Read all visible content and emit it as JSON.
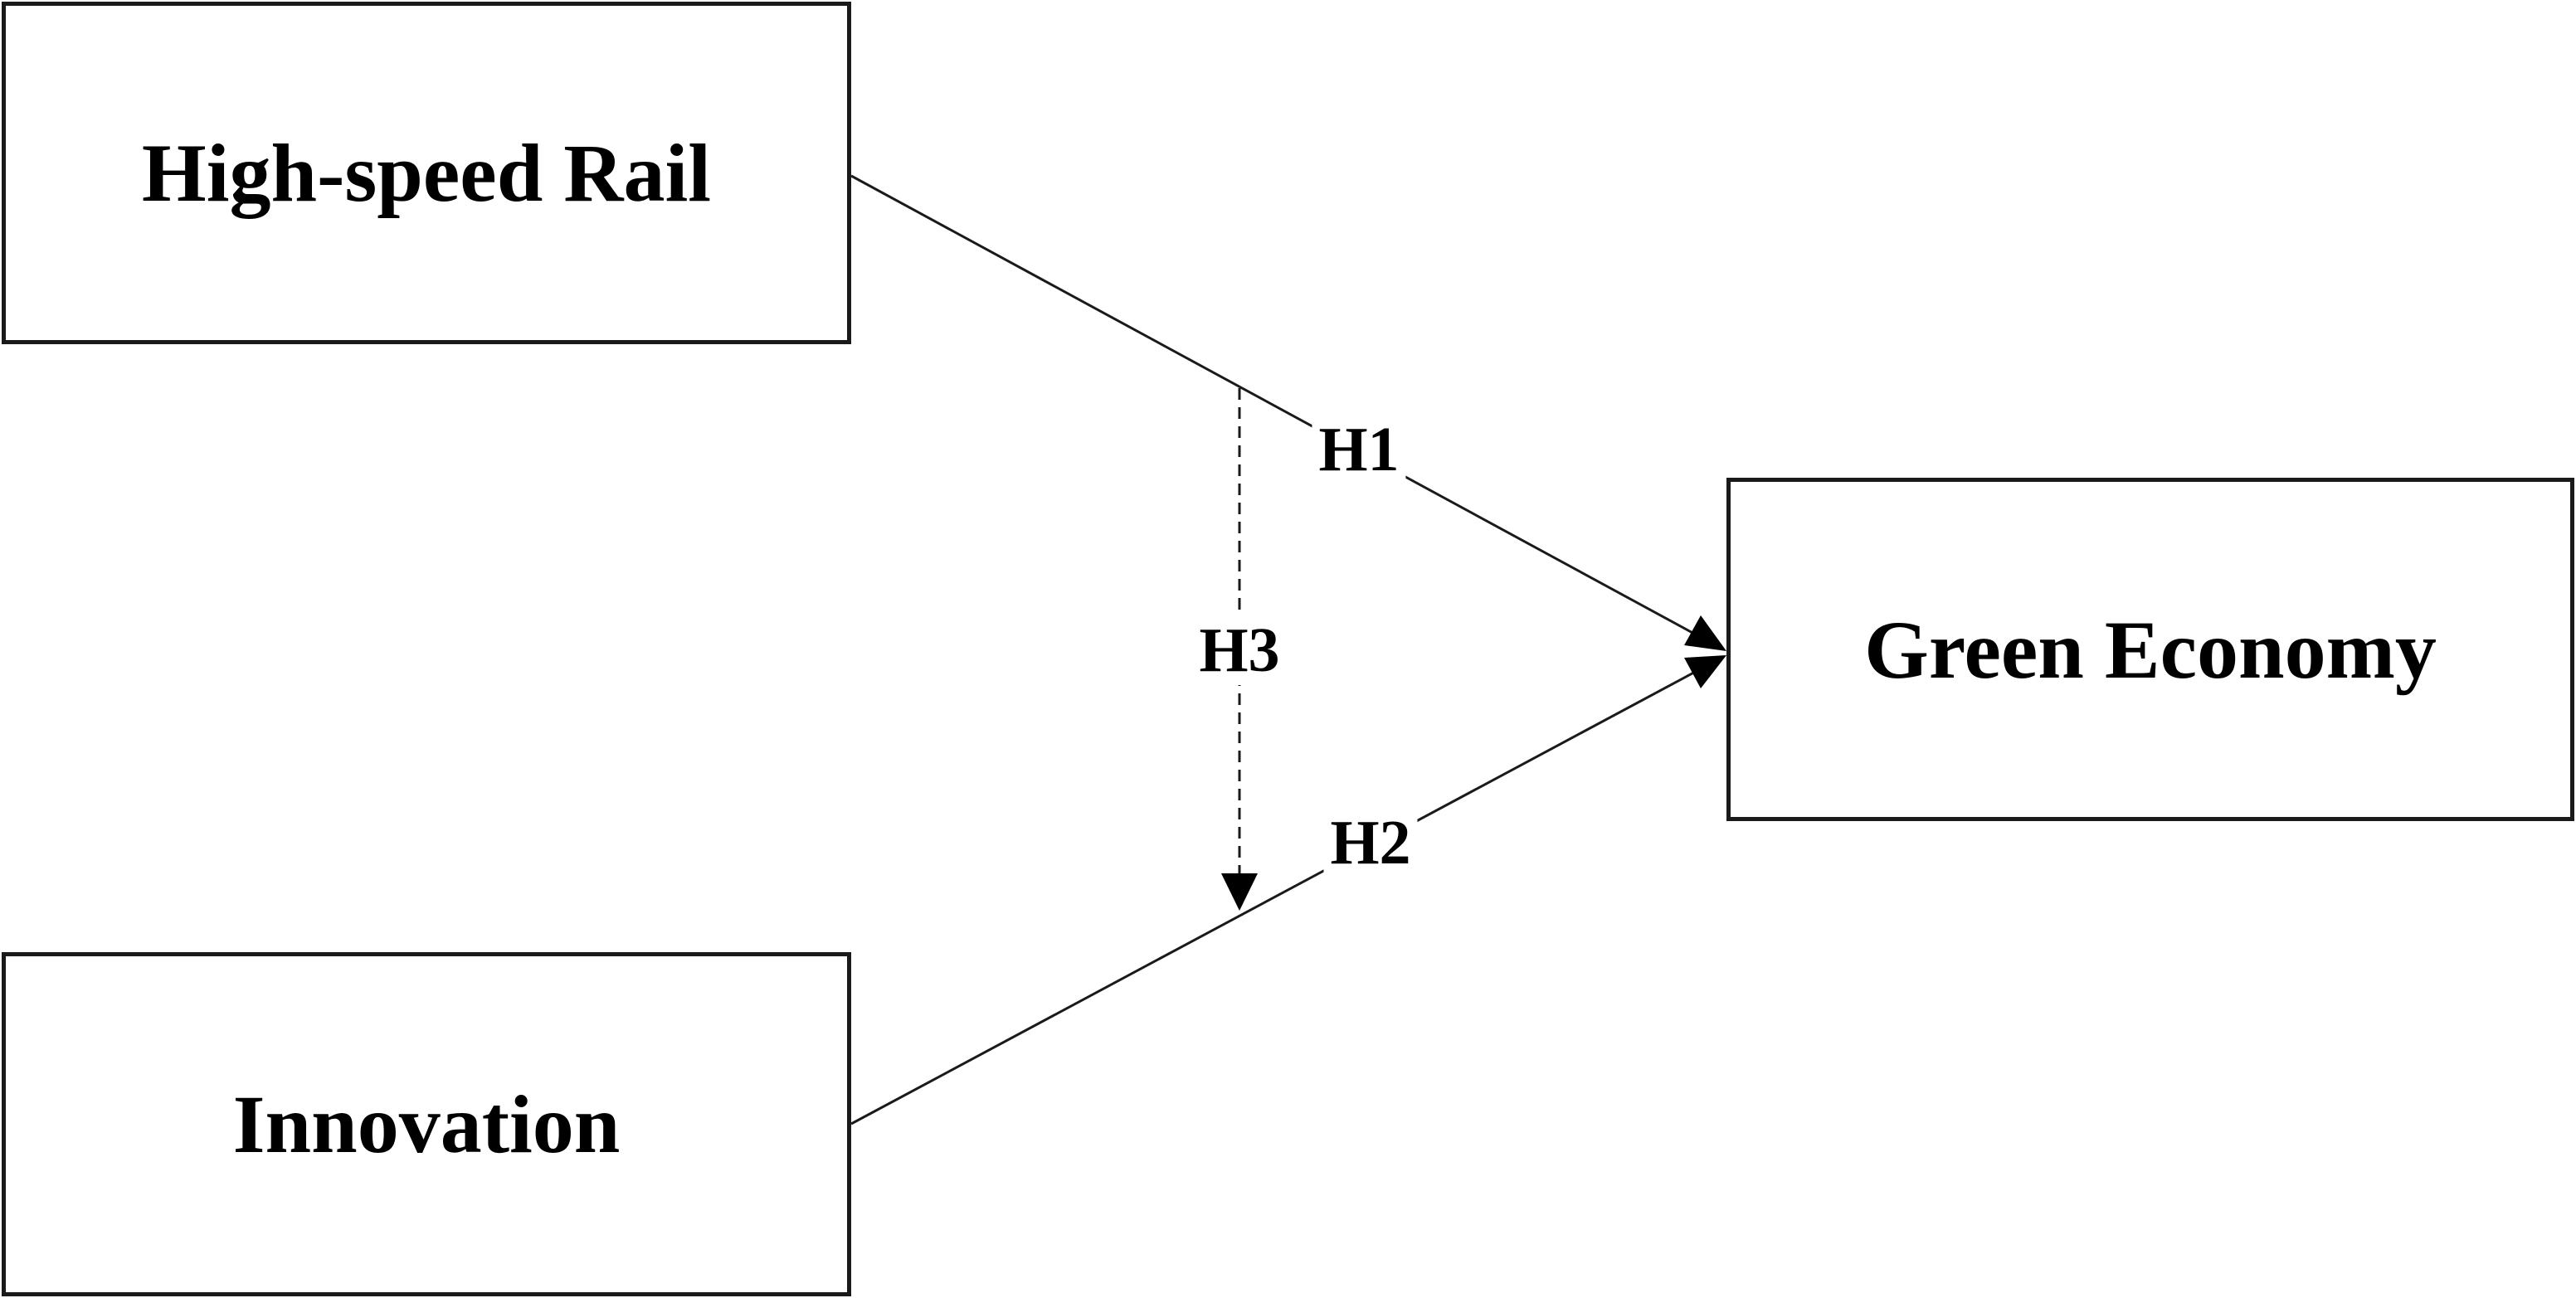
{
  "nodes": {
    "high_speed_rail": "High-speed Rail",
    "innovation": "Innovation",
    "green_economy": "Green Economy"
  },
  "hypotheses": {
    "h1": "H1",
    "h2": "H2",
    "h3": "H3"
  },
  "colors": {
    "stroke": "#1a1a1a",
    "text": "#000000",
    "background": "#ffffff"
  }
}
